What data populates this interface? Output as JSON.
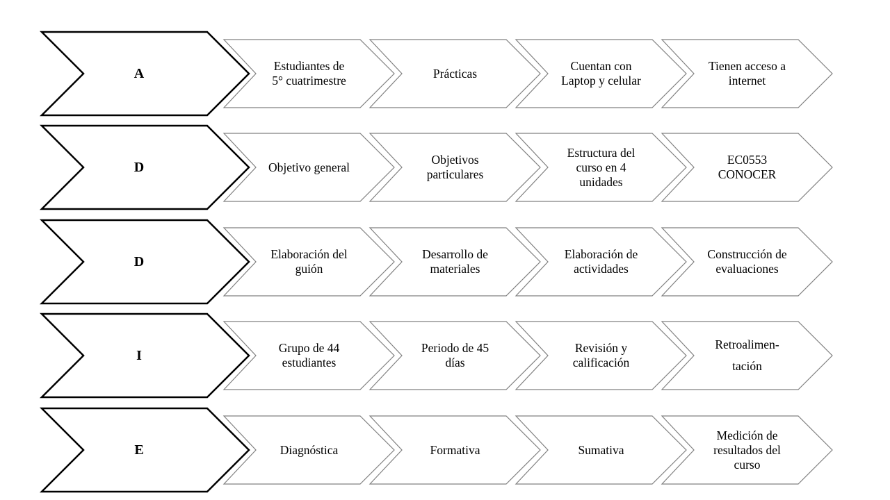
{
  "diagram": {
    "title_hint": "ADDIE model process diagram",
    "colors": {
      "background": "#ffffff",
      "stage_arrow_stroke": "#000000",
      "step_arrow_stroke": "#808080",
      "shape_fill": "#ffffff",
      "text": "#000000"
    },
    "rows": [
      {
        "letter": "A",
        "steps": [
          "Estudiantes de\n5° cuatrimestre",
          "Prácticas",
          "Cuentan con\nLaptop y celular",
          "Tienen acceso a\ninternet"
        ]
      },
      {
        "letter": "D",
        "steps": [
          "Objetivo general",
          "Objetivos\nparticulares",
          "Estructura del\ncurso en 4\nunidades",
          "EC0553\nCONOCER"
        ]
      },
      {
        "letter": "D",
        "steps": [
          "Elaboración del\nguión",
          "Desarrollo de\nmateriales",
          "Elaboración de\nactividades",
          "Construcción de\nevaluaciones"
        ]
      },
      {
        "letter": "I",
        "steps": [
          "Grupo de 44\nestudiantes",
          "Periodo de 45\ndías",
          "Revisión y\ncalificación",
          "Retroalimen-\ntación"
        ]
      },
      {
        "letter": "E",
        "steps": [
          "Diagnóstica",
          "Formativa",
          "Sumativa",
          "Medición de\nresultados del\ncurso"
        ]
      }
    ]
  }
}
